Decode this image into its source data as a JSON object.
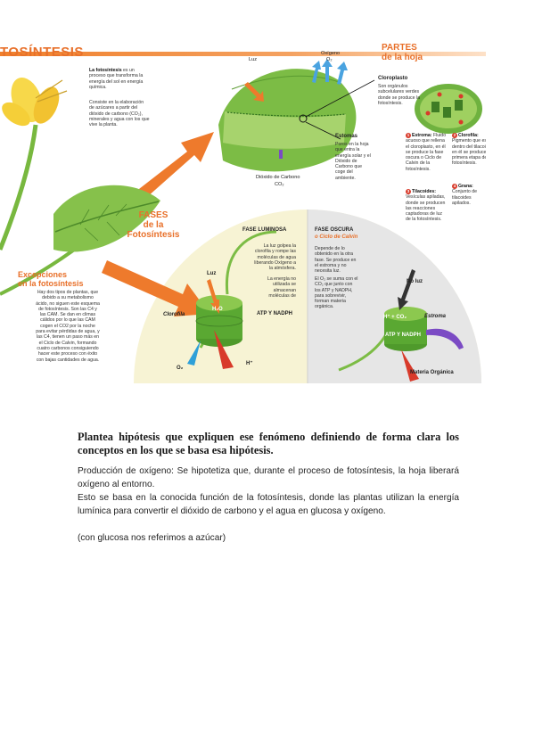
{
  "infographic": {
    "title": "TOSÍNTESIS",
    "intro": {
      "p1_bold": "La fotosíntesis",
      "p1_rest": " es un proceso que transforma la energía del sol en energía química.",
      "p2": "Consiste en la elaboración de azúcares a partir del dióxido de carbono (CO₂), minerales y agua con los que vive la planta."
    },
    "leaf_labels": {
      "luz": "Luz",
      "oxigeno": "Oxígeno",
      "o2": "O₂",
      "dioxido": "Dióxido de Carbono",
      "co2": "CO₂",
      "cloroplasto_title": "Cloroplasto",
      "cloroplasto_desc": "Son orgánulos subcelulares verdes donde se produce la fotosíntesis.",
      "estomas_title": "Estomas",
      "estomas_desc": "Poros en la hoja que entra la energía solar y el Dióxido de Carbono que coge del ambiente."
    },
    "partes": {
      "title_line1": "PARTES",
      "title_line2": "de la hoja",
      "items": [
        {
          "num": "1",
          "name": "Estroma:",
          "desc": "Fluido acuoso que rellena el cloroplasto, en él se produce la fase oscura o Ciclo de Calvin de la fotosíntesis."
        },
        {
          "num": "2",
          "name": "Clorofila:",
          "desc": "Pigmento que está dentro del tilacoide, en él se produce la primera etapa de la fotosíntesis."
        },
        {
          "num": "3",
          "name": "Tilacoides:",
          "desc": "Vesículas apiladas, donde se producen las reacciones captadoras de luz de la fotosíntesis."
        },
        {
          "num": "4",
          "name": "Grana:",
          "desc": "Conjunto de tilacoides apilados."
        }
      ]
    },
    "fases": {
      "line1": "FASES",
      "line2": "de la",
      "line3": "Fotosíntesis"
    },
    "excepciones": {
      "title_line1": "Excepciones",
      "title_line2": "en la fotosíntesis",
      "desc": "Hay dos tipos de plantas, que debido a su metabolismo ácido, no siguen este esquema de fotosíntesis. Son las C4 y las CAM. Se dan en climas cálidos por lo que las CAM cogen el CO2 por la noche para evitar pérdidas de agua, y las C4, tienen un paso más en el Ciclo de Calvin, formando cuatro carbonos consiguiendo hacer este proceso con éxito con bajas cantidades de agua."
    },
    "fase_luminosa": {
      "title": "FASE LUMINOSA",
      "desc1": "La luz golpea la clorofila y rompe las moléculas de agua liberando Oxígeno a la atmósfera.",
      "desc2": "La energía no utilizada se almacenan moléculas de",
      "atp": "ATP Y NADPH",
      "luz": "Luz",
      "clorofila": "Clorofila",
      "h2o": "H₂O",
      "hplus": "H⁺",
      "o2": "O₂"
    },
    "fase_oscura": {
      "title": "FASE OSCURA",
      "subtitle": "o Ciclo de Calvin",
      "desc1": "Depende de lo obtenido en la otra fase. Se produce en el estroma y no necesita luz.",
      "desc2": "El O₂ se suma con el CO₂ que junto con los ATP y NADPH, para sobrevivir, forman materia orgánica.",
      "no_luz": "No luz",
      "hco2": "H⁺ + CO₂",
      "estroma": "Estroma",
      "atp": "ATP Y NADPH",
      "materia": "Materia Orgánica"
    }
  },
  "question": "Plantea hipótesis que expliquen ese fenómeno definiendo de forma clara los conceptos en los que se basa esa hipótesis.",
  "answer": {
    "p1": "Producción de oxígeno: Se hipotetiza que, durante el proceso de fotosíntesis, la hoja liberará oxígeno al entorno.",
    "p2": "Esto se basa en la conocida función de la fotosíntesis, donde las plantas utilizan la energía lumínica para convertir el dióxido de carbono y el agua en glucosa y oxígeno.",
    "p3": "(con glucosa nos referimos a azúcar)"
  },
  "colors": {
    "orange": "#e8702a",
    "leaf_green": "#6db33f",
    "dark_green": "#2e7d32",
    "cream": "#f7f3d4",
    "gray_panel": "#e4e4e4"
  }
}
